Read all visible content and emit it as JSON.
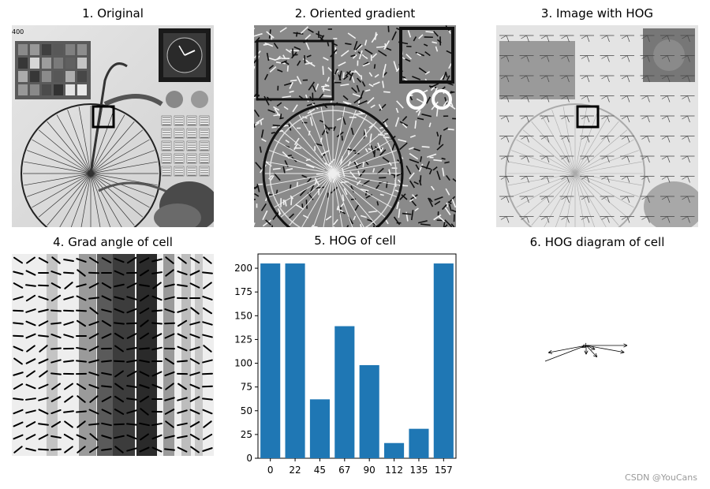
{
  "titles": {
    "p1": "1. Original",
    "p2": "2. Oriented gradient",
    "p3": "3. Image with HOG",
    "p4": "4. Grad angle of cell",
    "p5": "5. HOG of cell",
    "p6": "6. HOG diagram of cell"
  },
  "original_text": {
    "calib_label": "400"
  },
  "watermark": "CSDN @YouCans",
  "chart_data": {
    "type": "bar",
    "title": "5. HOG of cell",
    "categories": [
      "0",
      "22",
      "45",
      "67",
      "90",
      "112",
      "135",
      "157"
    ],
    "values": [
      205,
      205,
      62,
      139,
      98,
      16,
      31,
      205
    ],
    "ylim": [
      0,
      215
    ],
    "yticks": [
      0,
      25,
      50,
      75,
      100,
      125,
      150,
      175,
      200
    ],
    "bar_color": "#1f77b4",
    "xlabel": "",
    "ylabel": ""
  }
}
